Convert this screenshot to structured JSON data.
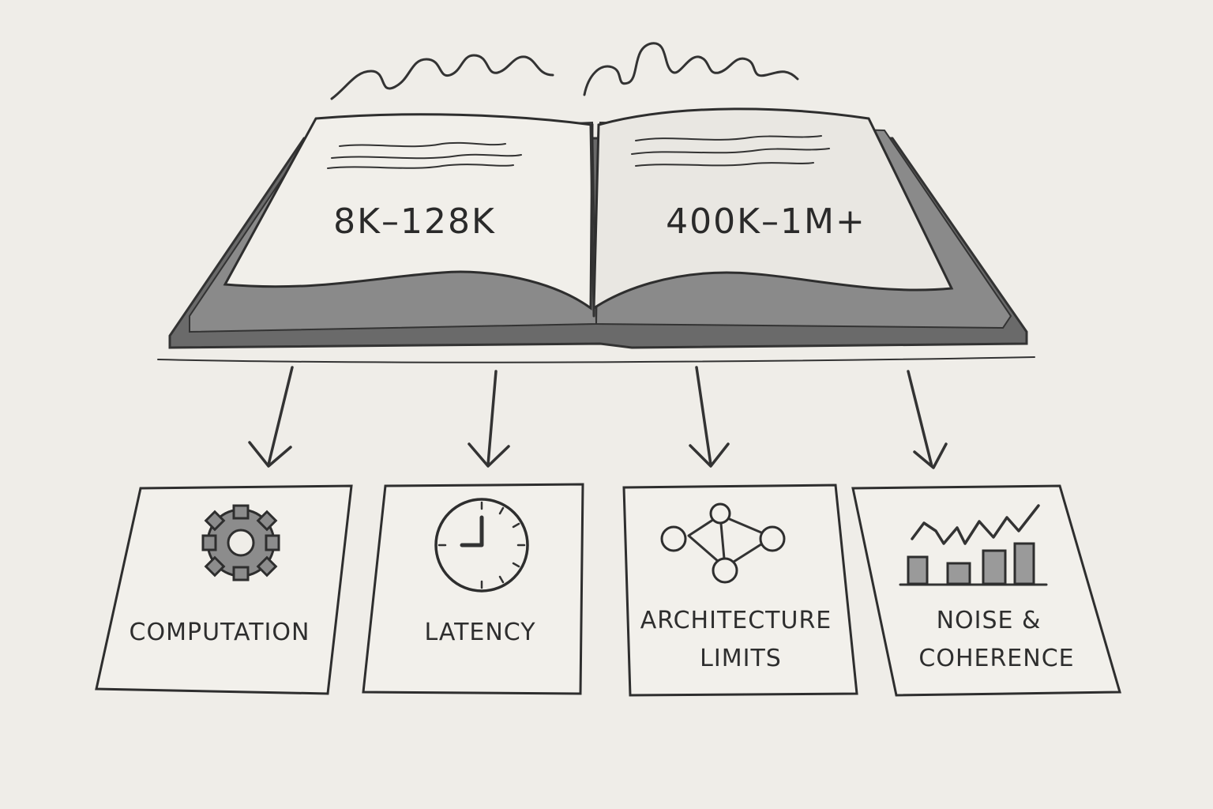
{
  "book": {
    "left_page_label": "8K–128K",
    "right_page_label": "400K–1M+"
  },
  "cards": [
    {
      "id": "computation",
      "icon": "gear-icon",
      "lines": [
        "COMPUTATION"
      ]
    },
    {
      "id": "latency",
      "icon": "clock-icon",
      "lines": [
        "LATENCY"
      ]
    },
    {
      "id": "architecture",
      "icon": "network-graph-icon",
      "lines": [
        "ARCHITECTURE",
        "LIMITS"
      ]
    },
    {
      "id": "noise",
      "icon": "bar-line-chart-icon",
      "lines": [
        "NOISE &",
        "COHERENCE"
      ]
    }
  ],
  "colors": {
    "background": "#efede8",
    "pencil": "#333333",
    "paper": "#f3f1ec"
  }
}
